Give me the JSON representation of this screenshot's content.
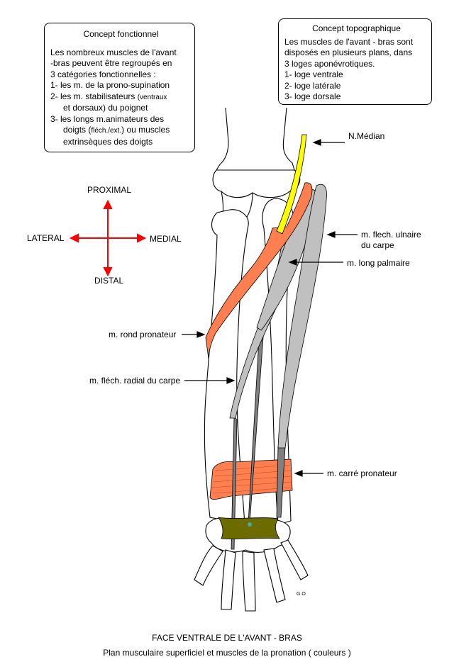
{
  "concept_fonctionnel": {
    "title": "Concept fonctionnel",
    "intro": [
      "Les nombreux muscles de l'avant",
      "-bras peuvent être regroupés en",
      "3 catégories fonctionnelles :"
    ],
    "item1": "1- les m. de la prono-supination",
    "item2a": "2- les m. stabilisateurs",
    "item2b": "(ventraux",
    "item2c": "et dorsaux) du poignet",
    "item3a": "3- les longs m.animateurs des",
    "item3b": "doigts (",
    "item3c": "fléch./ext.",
    "item3d": ")  ou muscles",
    "item3e": "extrinsèques des doigts"
  },
  "concept_topographique": {
    "title": "Concept topographique",
    "lines": [
      "Les muscles de l'avant - bras sont",
      "disposés en plusieurs plans, dans",
      "3 loges aponévrotiques.",
      "1- loge ventrale",
      "2- loge latérale",
      "3- loge dorsale"
    ]
  },
  "orientation": {
    "proximal": "PROXIMAL",
    "distal": "DISTAL",
    "lateral": "LATERAL",
    "medial": "MEDIAL"
  },
  "labels": {
    "n_median": "N.Médian",
    "flech_ulnaire": [
      "m. flech. ulnaire",
      "du carpe"
    ],
    "long_palmaire": "m. long palmaire",
    "rond_pronateur": "m. rond pronateur",
    "flech_radial": "m. fléch. radial du carpe",
    "carre_pronateur": "m. carré pronateur"
  },
  "signature": "G.O",
  "caption": {
    "title": "FACE VENTRALE DE L'AVANT - BRAS",
    "subtitle": "Plan musculaire superficiel et muscles de la pronation   ( couleurs )"
  },
  "colors": {
    "muscle_orange": "#ff7f50",
    "nerve_yellow": "#ffff00",
    "tendon_gray": "#c0c0c0",
    "retinaculum_olive": "#6b6b00",
    "arrow_red": "#ff0000"
  }
}
